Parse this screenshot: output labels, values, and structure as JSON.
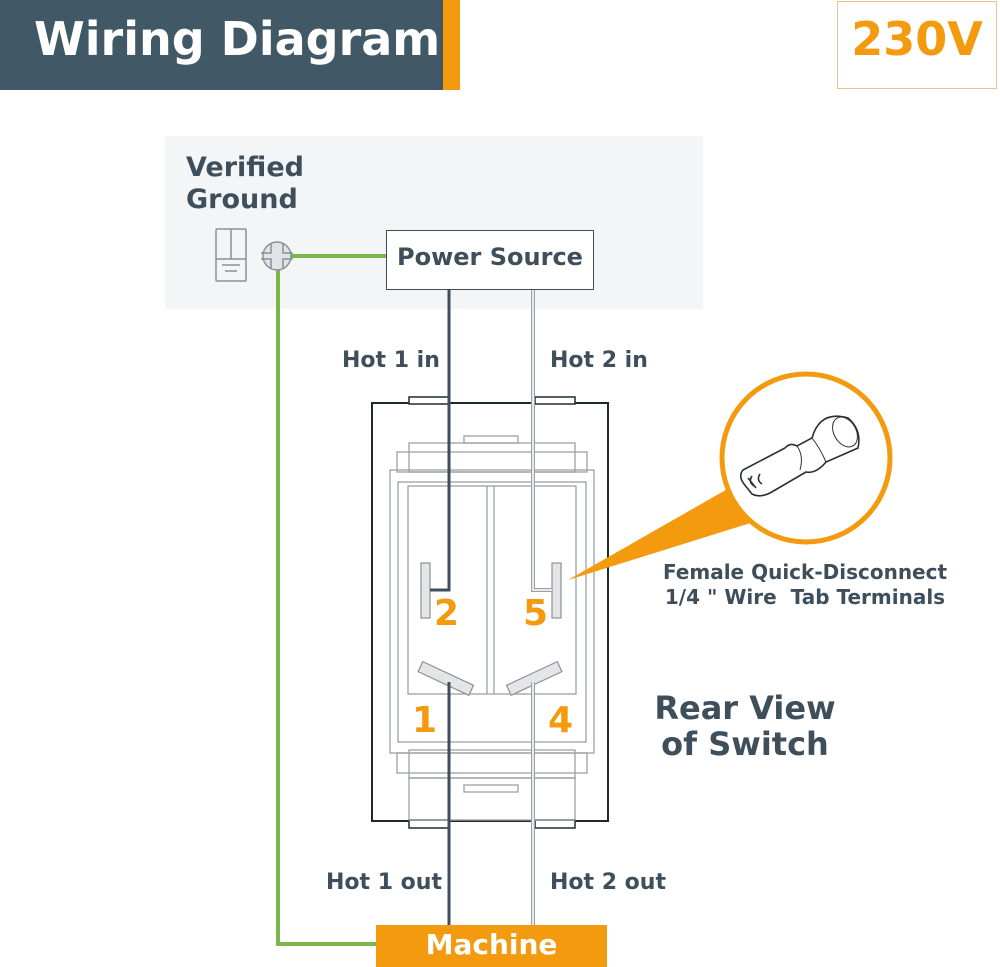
{
  "header": {
    "title": "Wiring Diagram",
    "voltage": "230V"
  },
  "ground": {
    "label_line1": "Verified",
    "label_line2": "Ground",
    "appliance_icon": "refrigerator-icon",
    "ground_icon": "ground-terminal-icon"
  },
  "power_source": {
    "label": "Power Source"
  },
  "wires": {
    "hot1_in": "Hot 1 in",
    "hot2_in": "Hot 2 in",
    "hot1_out": "Hot 1 out",
    "hot2_out": "Hot 2 out"
  },
  "switch": {
    "pins": [
      "2",
      "5",
      "1",
      "4"
    ],
    "caption_line1": "Rear View",
    "caption_line2": "of Switch"
  },
  "callout": {
    "icon": "quick-disconnect-terminal-icon",
    "line1": "Female Quick-Disconnect",
    "line2": "1/4 \" Wire  Tab Terminals"
  },
  "machine": {
    "label": "Machine"
  },
  "colors": {
    "title_bg": "#415866",
    "accent_orange": "#f39a0f",
    "text_dark": "#3e4f5b",
    "ground_wire": "#7ab648",
    "hot1_wire": "#3e4f5b",
    "hot2_wire": "#b8bcc0",
    "panel_bg": "#f4f5f7"
  }
}
